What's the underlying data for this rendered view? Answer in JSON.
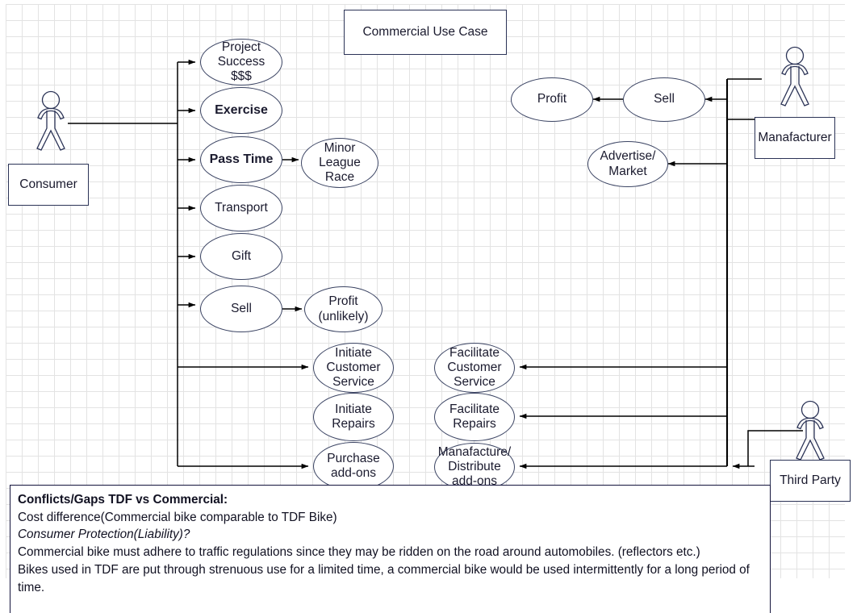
{
  "diagram": {
    "title": "Commercial Use Case",
    "actors": [
      {
        "id": "consumer",
        "label": "Consumer"
      },
      {
        "id": "manafacturer",
        "label": "Manafacturer"
      },
      {
        "id": "third-party",
        "label": "Third Party"
      }
    ],
    "use_cases": {
      "consumer_primary": [
        {
          "id": "project-success",
          "label": "Project\nSuccess\n$$$",
          "bold": false
        },
        {
          "id": "exercise",
          "label": "Exercise",
          "bold": true
        },
        {
          "id": "pass-time",
          "label": "Pass Time",
          "bold": true
        },
        {
          "id": "transport",
          "label": "Transport",
          "bold": false
        },
        {
          "id": "gift",
          "label": "Gift",
          "bold": false
        },
        {
          "id": "sell-consumer",
          "label": "Sell",
          "bold": false
        }
      ],
      "consumer_secondary": [
        {
          "id": "minor-league-race",
          "label": "Minor\nLeague\nRace"
        },
        {
          "id": "profit-unlikely",
          "label": "Profit\n(unlikely)"
        }
      ],
      "consumer_service": [
        {
          "id": "initiate-customer-service",
          "label": "Initiate\nCustomer\nService"
        },
        {
          "id": "initiate-repairs",
          "label": "Initiate\nRepairs"
        },
        {
          "id": "purchase-add-ons",
          "label": "Purchase\nadd-ons"
        }
      ],
      "provider_service": [
        {
          "id": "facilitate-customer-service",
          "label": "Facilitate\nCustomer\nService"
        },
        {
          "id": "facilitate-repairs",
          "label": "Facilitate\nRepairs"
        },
        {
          "id": "manafacture-distribute-add-ons",
          "label": "Manafacture/\nDistribute\nadd-ons"
        }
      ],
      "manafacturer": [
        {
          "id": "profit",
          "label": "Profit"
        },
        {
          "id": "sell-manafacturer",
          "label": "Sell"
        },
        {
          "id": "advertise-market",
          "label": "Advertise/\nMarket"
        }
      ]
    },
    "note": {
      "lines": [
        {
          "text": "Conflicts/Gaps TDF vs Commercial:",
          "style": "bold"
        },
        {
          "text": "Cost difference(Commercial bike comparable to TDF Bike)",
          "style": "normal"
        },
        {
          "text": "Consumer Protection(Liability)?",
          "style": "italic"
        },
        {
          "text": "Commercial bike must adhere to traffic regulations since they may be ridden on the road around automobiles. (reflectors etc.)",
          "style": "normal"
        },
        {
          "text": "Bikes used in TDF are put through strenuous use for a limited time, a commercial bike would be used intermittently for a long period of time.",
          "style": "normal"
        }
      ]
    },
    "colors": {
      "grid": "#e3e3e3",
      "ellipse_stroke": "#3b4463",
      "box_stroke": "#2b3356",
      "edge": "#000000",
      "text": "#1a1a2e"
    }
  }
}
